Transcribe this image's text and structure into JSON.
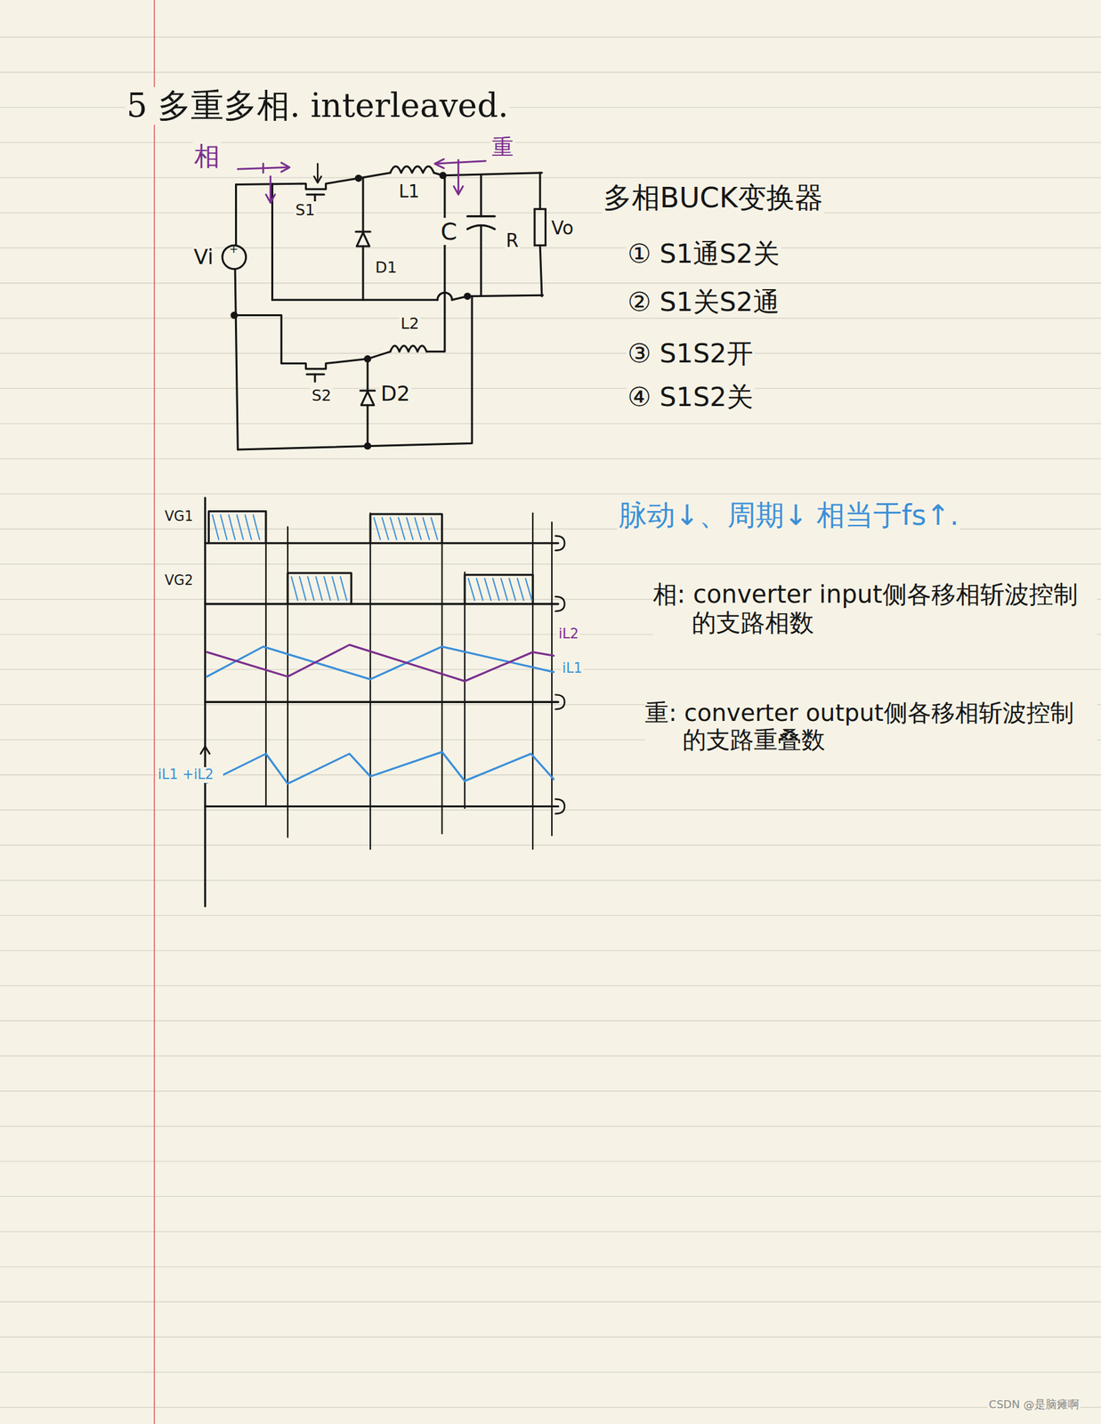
{
  "diagram": {
    "title": "5 多重多相. interleaved.",
    "labels": [
      "相",
      "重",
      "S1",
      "L1",
      "D1",
      "C",
      "R",
      "Vo",
      "Vi",
      "+",
      "L2",
      "S2",
      "D2",
      "多相BUCK变换器",
      "① S1通S2关",
      "② S1关S2通",
      "③ S1S2开",
      "④ S1S2关",
      "VG1",
      "VG2",
      "iL2",
      "iL1",
      "iL1 +iL2",
      "脉动↓、周期↓ 相当于fs↑.",
      "相: converter input侧各移相斩波控制的支路相数",
      "重: converter output侧各移相斩波控制的支路重叠数",
      "CSDN @是脑瘫啊"
    ]
  }
}
